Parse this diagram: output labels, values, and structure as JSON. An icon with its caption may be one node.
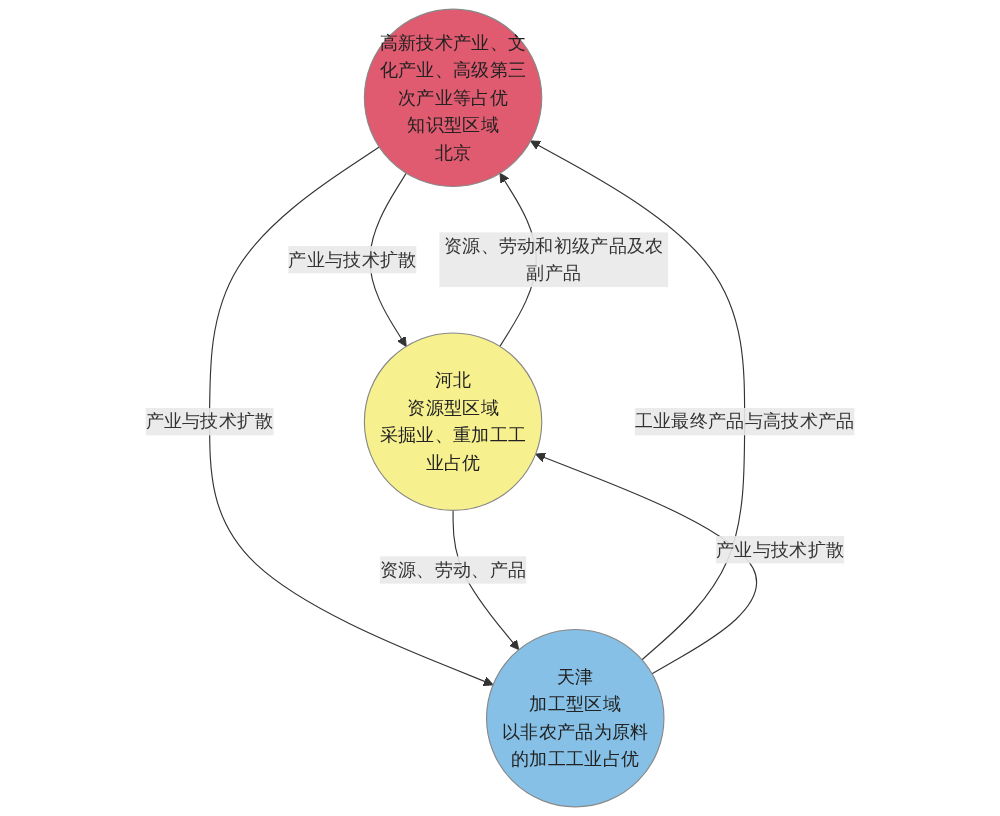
{
  "diagram": {
    "nodes": [
      {
        "text": [
          "高新技术产业、文化产业、高级第三次产业等占优",
          "知识型区域",
          "北京"
        ]
      },
      {
        "text": [
          "河北",
          "资源型区域",
          "采掘业、重加工工业占优"
        ]
      },
      {
        "text": [
          "天津",
          "加工型区域",
          "以非农产品为原料的加工工业占优"
        ]
      }
    ],
    "edges": [
      {
        "from": 0,
        "to": 1,
        "arrow": "to",
        "label": "产业与技术扩散"
      },
      {
        "from": 1,
        "to": 0,
        "arrow": "to",
        "label": "资源、劳动和初级产品及农副产品"
      },
      {
        "from": 0,
        "to": 2,
        "arrow": "to",
        "label": "产业与技术扩散"
      },
      {
        "from": 2,
        "to": 0,
        "arrow": "to",
        "label": "工业最终产品与高技术产品"
      },
      {
        "from": 1,
        "to": 2,
        "arrow": "to",
        "label": "资源、劳动、产品"
      },
      {
        "from": 2,
        "to": 1,
        "arrow": "to",
        "label": "产业与技术扩散"
      }
    ]
  }
}
